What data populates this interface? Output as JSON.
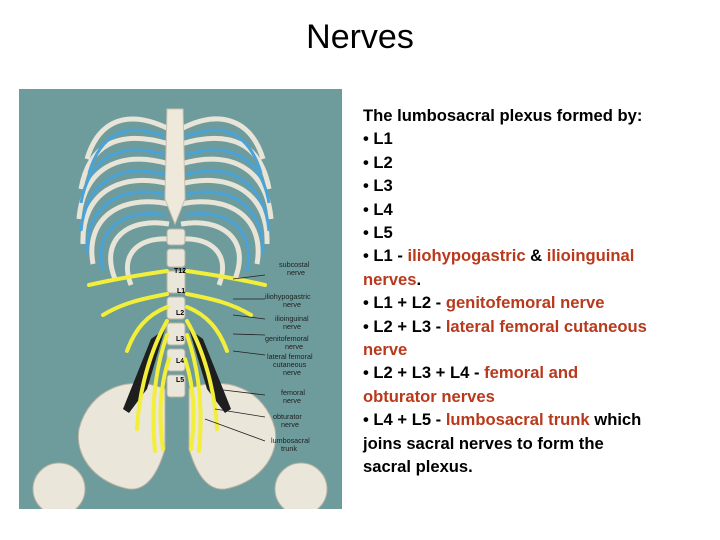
{
  "title": "Nerves",
  "figure": {
    "vertebra_labels": [
      "T12",
      "L1",
      "L2",
      "L3",
      "L4",
      "L5"
    ],
    "nerve_labels": [
      [
        "subcostal",
        "nerve"
      ],
      [
        "iliohypogastric",
        "nerve"
      ],
      [
        "ilioinguinal",
        "nerve"
      ],
      [
        "genitofemoral",
        "nerve"
      ],
      [
        "lateral femoral",
        "cutaneous",
        "nerve"
      ],
      [
        "femoral",
        "nerve"
      ],
      [
        "obturator",
        "nerve"
      ],
      [
        "lumbosacral",
        "trunk"
      ]
    ]
  },
  "text": {
    "heading": "The lumbosacral plexus formed by:",
    "roots": [
      "• L1",
      "• L2",
      "• L3",
      "• L4",
      "• L5"
    ],
    "item1_prefix": "• L1 - ",
    "item1_red1": "iliohypogastric",
    "item1_mid": " & ",
    "item1_red2": "ilioinguinal",
    "item1_red3": "nerves",
    "item1_end": ".",
    "item2_prefix": "• L1 + L2 - ",
    "item2_red": "genitofemoral nerve",
    "item3_prefix": "• L2 + L3 - ",
    "item3_red1": "lateral femoral cutaneous",
    "item3_red2": "nerve",
    "item4_prefix": "• L2 + L3 + L4 - ",
    "item4_red1": "femoral and",
    "item4_red2": "obturator nerves",
    "item5_prefix": "• L4 + L5 - ",
    "item5_red": "lumbosacral trunk",
    "item5_rest": " which",
    "item5_line2": "joins sacral nerves to form the",
    "item5_line3": "sacral plexus."
  }
}
